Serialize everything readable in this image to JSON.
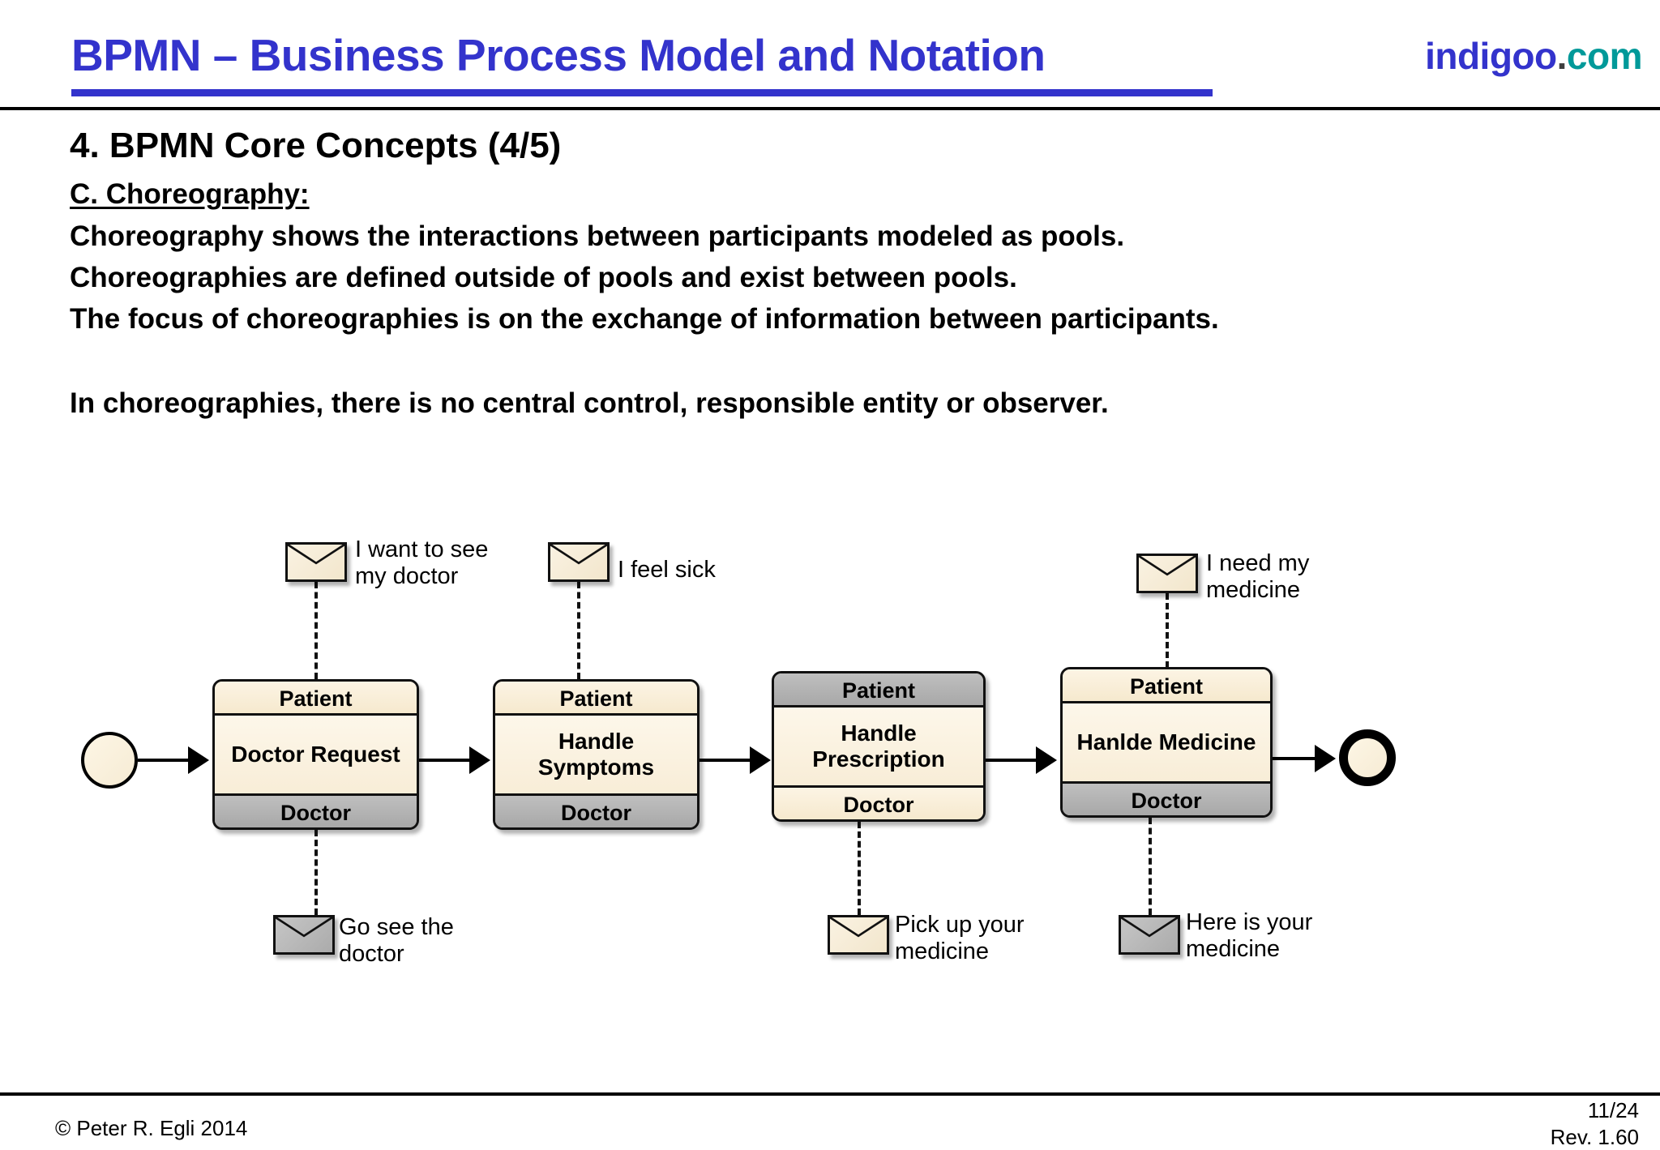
{
  "header": {
    "title": "BPMN – Business Process Model and Notation",
    "logo_name": "indigoo",
    "logo_dot": ".",
    "logo_tld": "com",
    "accent_color": "#3333CC",
    "logo_tld_color": "#009999"
  },
  "content": {
    "section_heading": "4. BPMN Core Concepts (4/5)",
    "subsection_heading": "C. Choreography:",
    "lines": [
      "Choreography shows the interactions between participants modeled as pools.",
      "Choreographies are defined outside of pools and exist between pools.",
      "The focus of choreographies is on the exchange of information between participants.",
      "In choreographies, there is no central control, responsible entity or observer."
    ]
  },
  "diagram": {
    "type": "bpmn-choreography",
    "start_event": {
      "label": "",
      "shape": "circle",
      "style": "thin-border"
    },
    "end_event": {
      "label": "",
      "shape": "circle",
      "style": "thick-border"
    },
    "tasks": [
      {
        "name": "Doctor Request",
        "top_participant": "Patient",
        "bottom_participant": "Doctor",
        "top_band_style": "cream",
        "bottom_band_style": "gray"
      },
      {
        "name": "Handle Symptoms",
        "top_participant": "Patient",
        "bottom_participant": "Doctor",
        "top_band_style": "cream",
        "bottom_band_style": "gray"
      },
      {
        "name": "Handle Prescription",
        "top_participant": "Patient",
        "bottom_participant": "Doctor",
        "top_band_style": "gray",
        "bottom_band_style": "cream"
      },
      {
        "name": "Hanlde Medicine",
        "top_participant": "Patient",
        "bottom_participant": "Doctor",
        "top_band_style": "cream",
        "bottom_band_style": "gray"
      }
    ],
    "messages": [
      {
        "text": "I want to see\nmy doctor",
        "style": "cream",
        "position": "top",
        "task": 0
      },
      {
        "text": "I feel sick",
        "style": "cream",
        "position": "top",
        "task": 1
      },
      {
        "text": "I need my\nmedicine",
        "style": "cream",
        "position": "top",
        "task": 3
      },
      {
        "text": "Go see the\ndoctor",
        "style": "gray",
        "position": "bottom",
        "task": 0
      },
      {
        "text": "Pick up your\nmedicine",
        "style": "cream",
        "position": "bottom",
        "task": 2
      },
      {
        "text": "Here is your\nmedicine",
        "style": "gray",
        "position": "bottom",
        "task": 3
      }
    ]
  },
  "footer": {
    "copyright": "© Peter R. Egli 2014",
    "page_number": "11/24",
    "revision": "Rev. 1.60"
  }
}
